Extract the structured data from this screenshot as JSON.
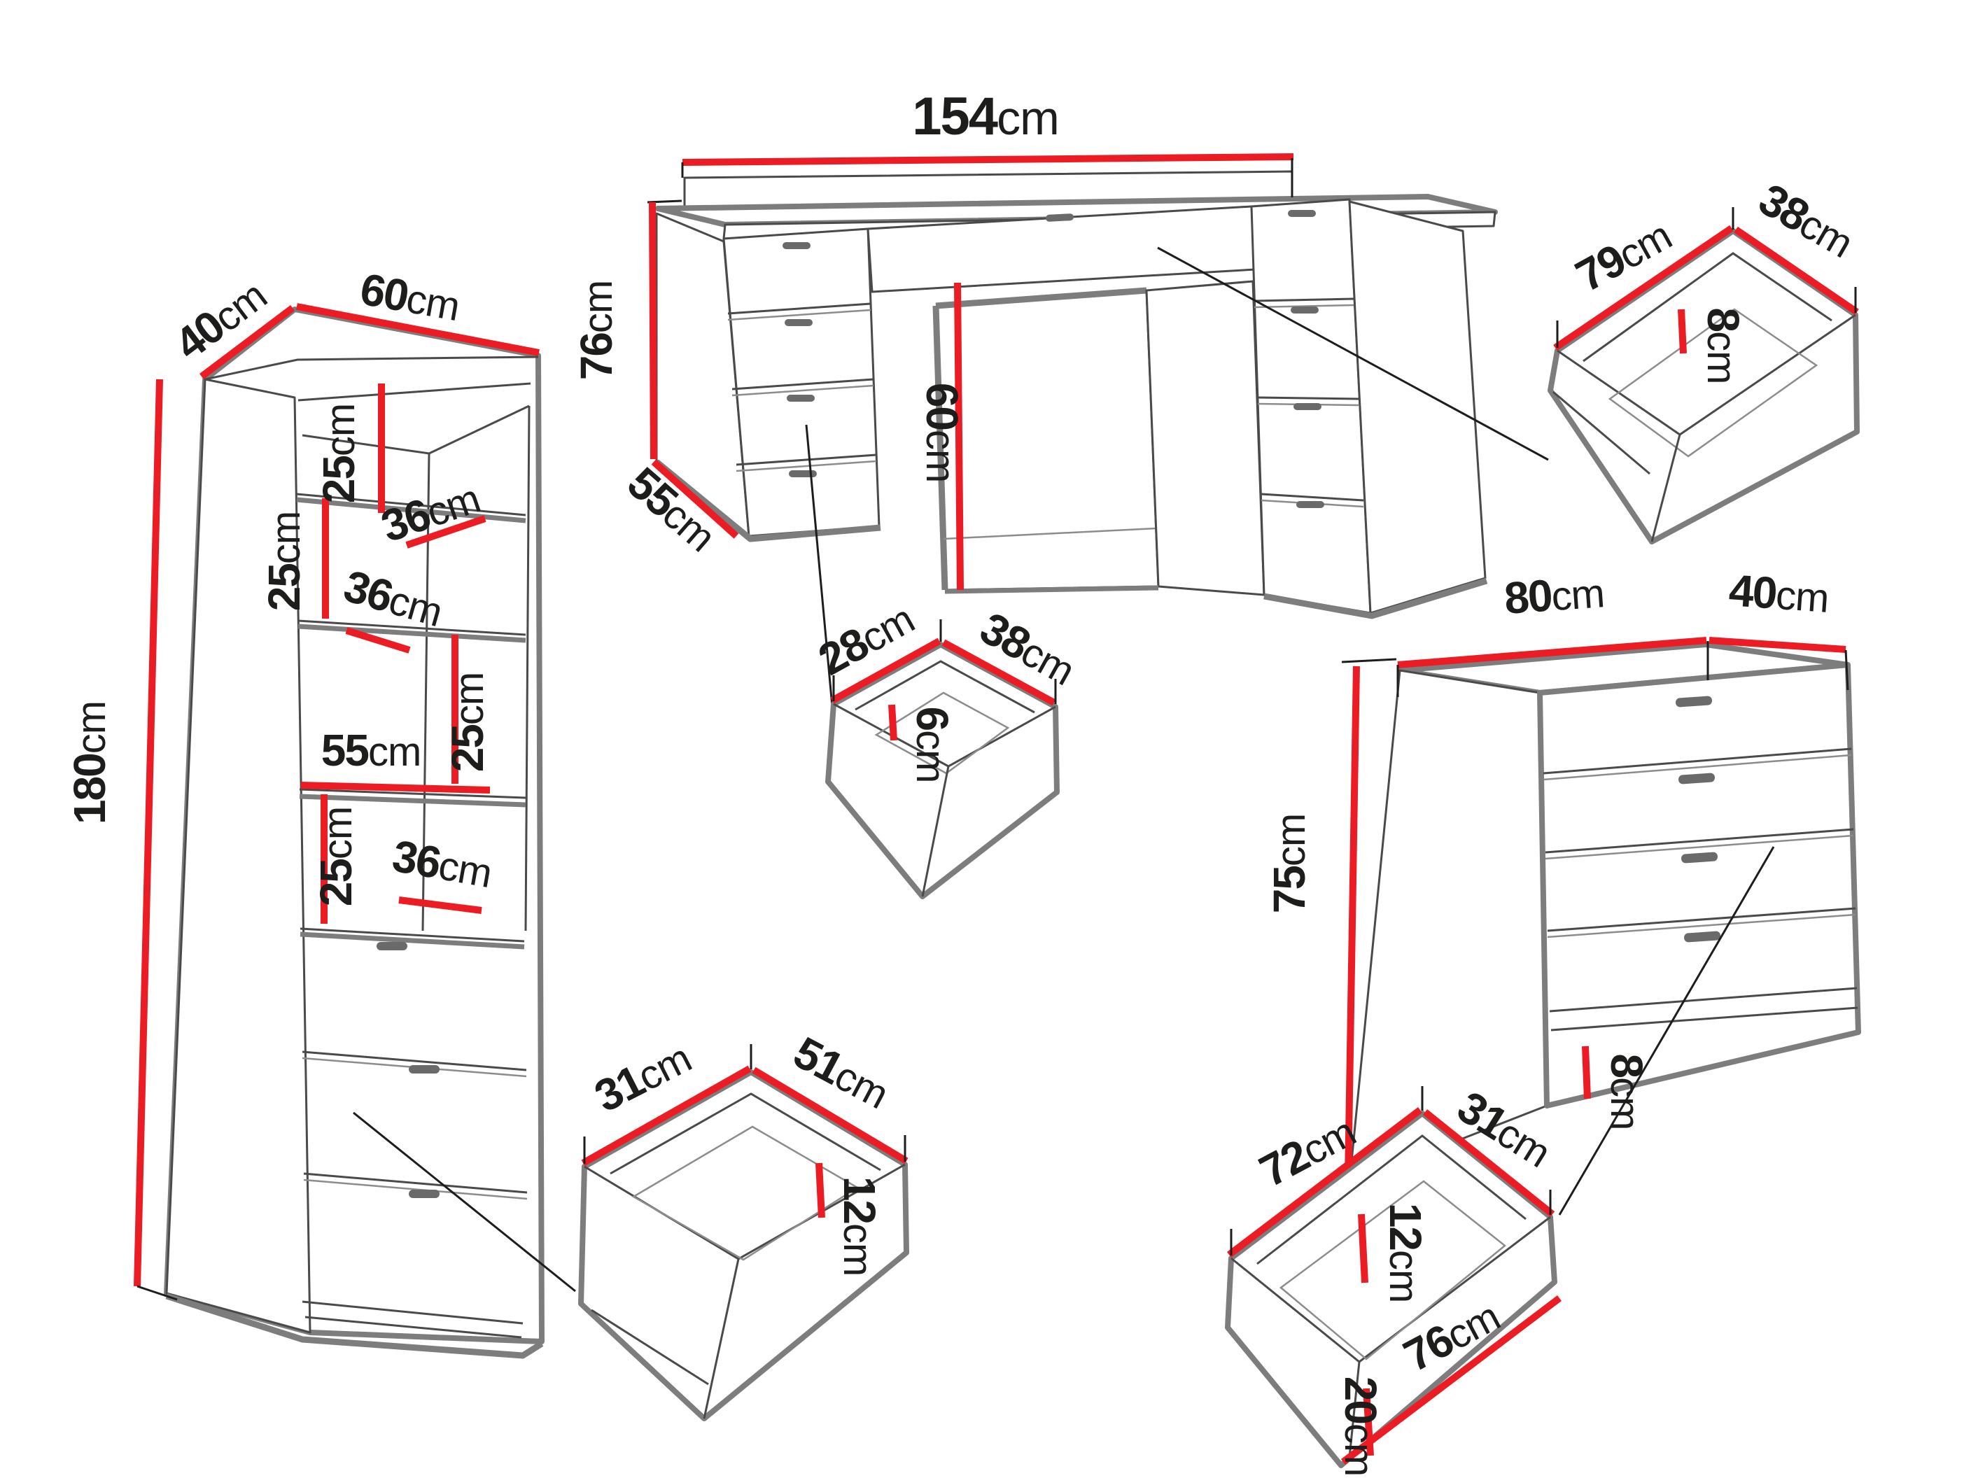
{
  "diagram": {
    "unit": "cm",
    "colors": {
      "dimension_line": "#ec1c24",
      "edge_gray": "#7d7d7d",
      "detail_line": "#4a4a4a",
      "label_text": "#1d1d1b",
      "background": "#ffffff"
    },
    "pieces": {
      "bookcase": {
        "depth": {
          "v": "40",
          "u": "cm"
        },
        "width": {
          "v": "60",
          "u": "cm"
        },
        "height": {
          "v": "180",
          "u": "cm"
        },
        "gap_top": {
          "v": "25",
          "u": "cm"
        },
        "gap_upper": {
          "v": "25",
          "u": "cm"
        },
        "gap_middle": {
          "v": "25",
          "u": "cm"
        },
        "gap_lower": {
          "v": "25",
          "u": "cm"
        },
        "shelf_top": {
          "v": "36",
          "u": "cm"
        },
        "shelf_middle": {
          "v": "36",
          "u": "cm"
        },
        "shelf_bottom": {
          "v": "36",
          "u": "cm"
        },
        "shelf_span": {
          "v": "55",
          "u": "cm"
        }
      },
      "desk": {
        "width": {
          "v": "154",
          "u": "cm"
        },
        "height": {
          "v": "76",
          "u": "cm"
        },
        "depth": {
          "v": "55",
          "u": "cm"
        },
        "knee_clearance": {
          "v": "60",
          "u": "cm"
        }
      },
      "desk_center_drawer": {
        "width": {
          "v": "79",
          "u": "cm"
        },
        "depth": {
          "v": "38",
          "u": "cm"
        },
        "height": {
          "v": "8",
          "u": "cm"
        }
      },
      "desk_pedestal_drawer": {
        "width": {
          "v": "28",
          "u": "cm"
        },
        "depth": {
          "v": "38",
          "u": "cm"
        },
        "height": {
          "v": "6",
          "u": "cm"
        }
      },
      "chest": {
        "width": {
          "v": "80",
          "u": "cm"
        },
        "depth": {
          "v": "40",
          "u": "cm"
        },
        "height": {
          "v": "75",
          "u": "cm"
        },
        "plinth": {
          "v": "8",
          "u": "cm"
        }
      },
      "bookcase_drawer": {
        "depth": {
          "v": "31",
          "u": "cm"
        },
        "width": {
          "v": "51",
          "u": "cm"
        },
        "height": {
          "v": "12",
          "u": "cm"
        }
      },
      "chest_drawer": {
        "inner_width": {
          "v": "72",
          "u": "cm"
        },
        "inner_depth": {
          "v": "31",
          "u": "cm"
        },
        "inner_height": {
          "v": "12",
          "u": "cm"
        },
        "front_height": {
          "v": "20",
          "u": "cm"
        },
        "front_width": {
          "v": "76",
          "u": "cm"
        }
      }
    }
  }
}
